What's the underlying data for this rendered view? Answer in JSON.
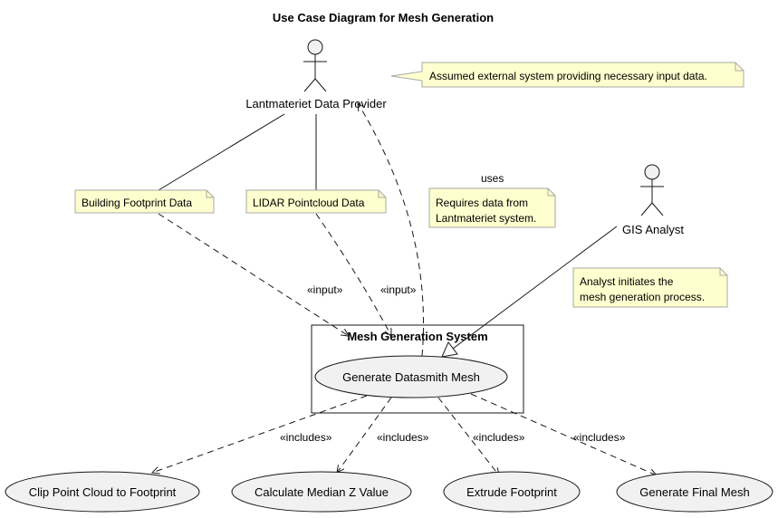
{
  "title": "Use Case Diagram for Mesh Generation",
  "actors": {
    "provider": "Lantmateriet Data Provider",
    "analyst": "GIS Analyst"
  },
  "system": {
    "label": "Mesh Generation System",
    "main_use_case": "Generate Datasmith Mesh"
  },
  "notes": {
    "external": "Assumed external system providing necessary input data.",
    "footprint": "Building Footprint Data",
    "lidar": "LIDAR Pointcloud Data",
    "requires": [
      "Requires data from",
      "Lantmateriet system."
    ],
    "analyst": [
      "Analyst initiates the",
      "mesh generation process."
    ]
  },
  "edge_labels": {
    "uses": "uses",
    "input": "«input»",
    "includes": "«includes»"
  },
  "included_use_cases": [
    "Clip Point Cloud to Footprint",
    "Calculate Median Z Value",
    "Extrude Footprint",
    "Generate Final Mesh"
  ]
}
